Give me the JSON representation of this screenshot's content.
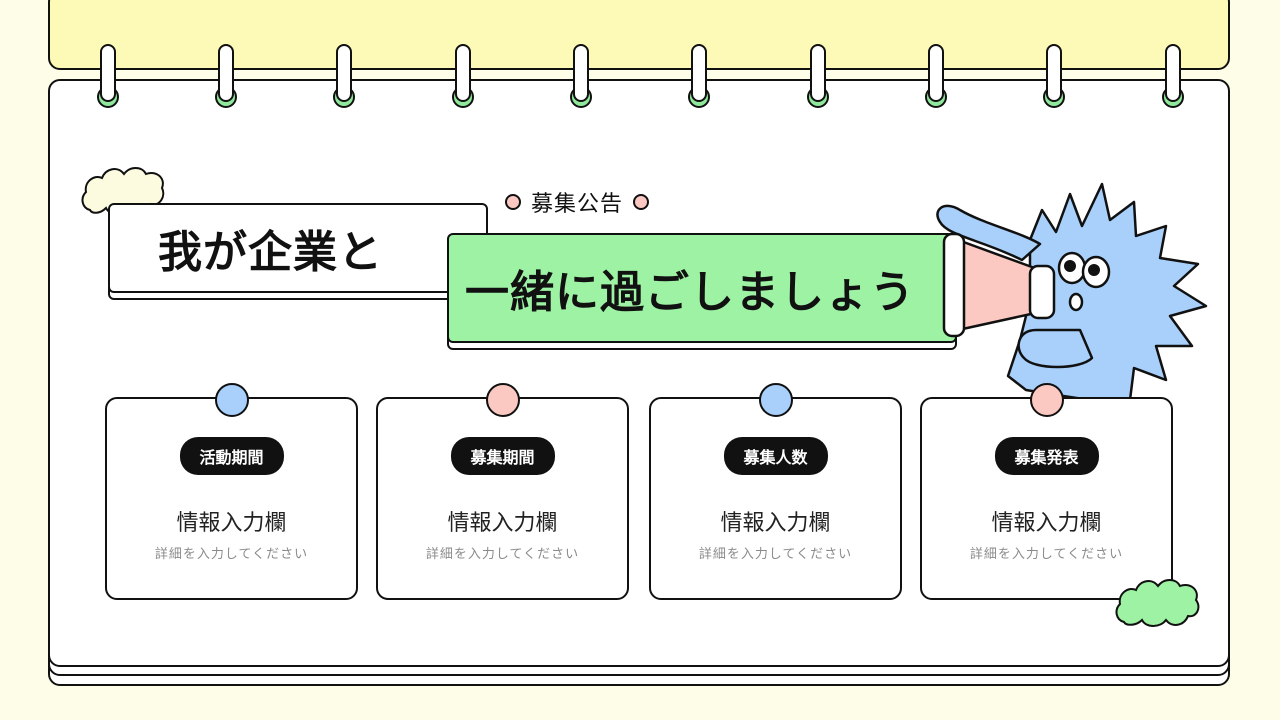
{
  "announcement": {
    "label": "募集公告",
    "title_part1": "我が企業と",
    "title_part2": "一緒に過ごしましょう"
  },
  "colors": {
    "background": "#fdfde8",
    "back_page": "#fdf9b6",
    "green_accent": "#9ef2a4",
    "pink_accent": "#fbc9c2",
    "blue_accent": "#a8d0fb",
    "ink": "#111111"
  },
  "cards": [
    {
      "tag": "活動期間",
      "value": "情報入力欄",
      "hint": "詳細を入力してください",
      "pin_color": "#a8d0fb"
    },
    {
      "tag": "募集期間",
      "value": "情報入力欄",
      "hint": "詳細を入力してください",
      "pin_color": "#fbc9c2"
    },
    {
      "tag": "募集人数",
      "value": "情報入力欄",
      "hint": "詳細を入力してください",
      "pin_color": "#a8d0fb"
    },
    {
      "tag": "募集発表",
      "value": "情報入力欄",
      "hint": "詳細を入力してください",
      "pin_color": "#fbc9c2"
    }
  ],
  "icons": {
    "mascot": "megaphone-mascot-icon",
    "ring": "binder-ring-icon",
    "cloud": "cloud-doodle-icon"
  }
}
